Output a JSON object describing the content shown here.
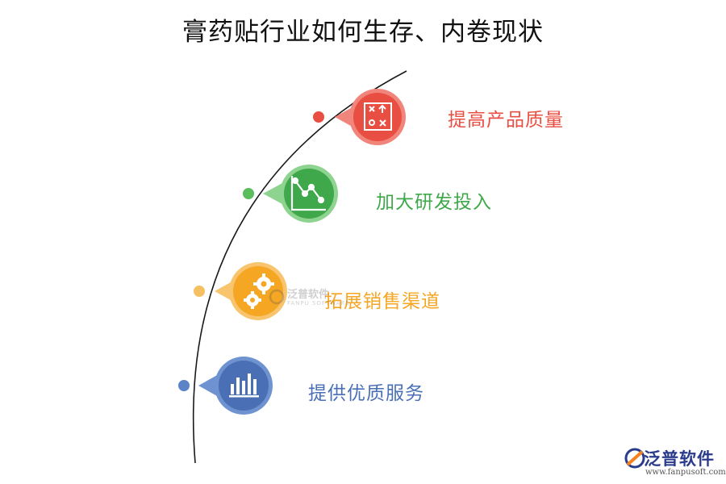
{
  "title": "膏药贴行业如何生存、内卷现状",
  "items": [
    {
      "label": "提高产品质量",
      "color": "#e94e43",
      "icon": "chart-grid-icon"
    },
    {
      "label": "加大研发投入",
      "color": "#5cbd5f",
      "icon": "line-chart-icon"
    },
    {
      "label": "拓展销售渠道",
      "color": "#f5a623",
      "icon": "gears-icon"
    },
    {
      "label": "提供优质服务",
      "color": "#4a6fb5",
      "icon": "bar-chart-icon"
    }
  ],
  "watermark": {
    "name": "泛普软件",
    "sub": "FANPU SOFTWARE"
  },
  "brand": {
    "name": "泛普软件",
    "url": "www.fanpusoft.com",
    "accent": "#f5821f"
  }
}
